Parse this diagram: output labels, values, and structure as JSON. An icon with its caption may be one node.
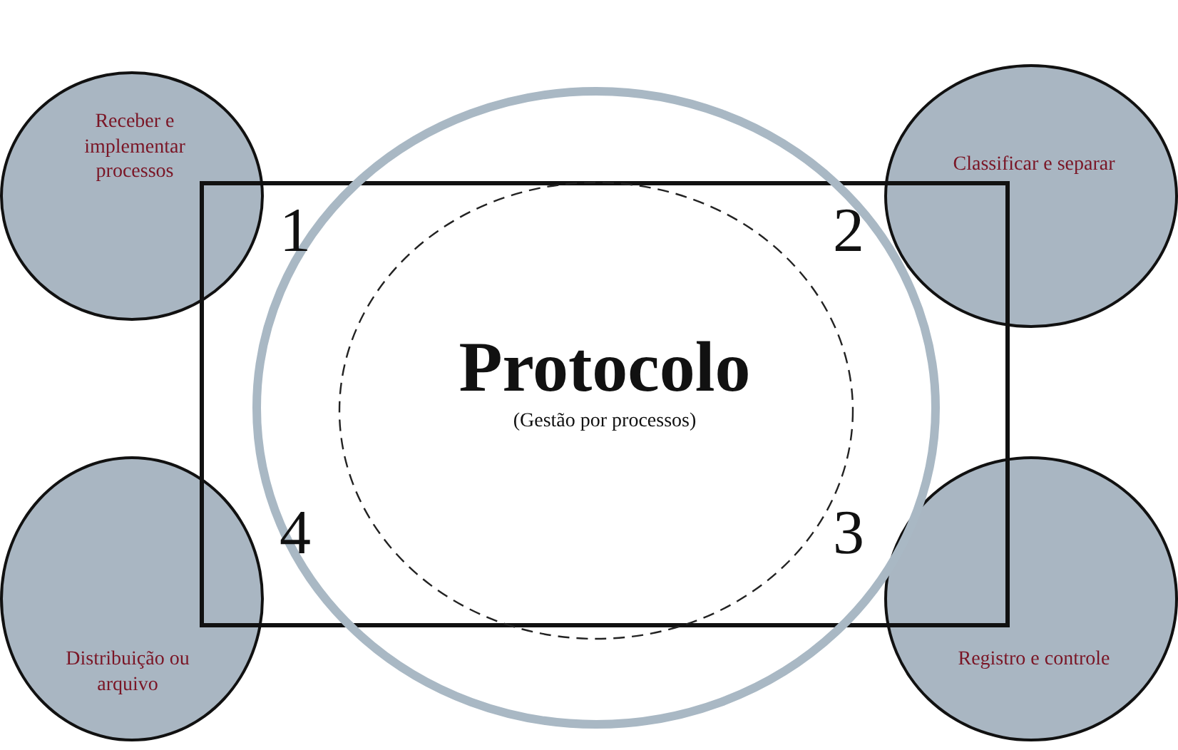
{
  "diagram": {
    "nodes": [
      {
        "text": [
          "Protocolo",
          "(Gestão por processos)"
        ]
      },
      {
        "text": [
          "Receber e implementar processos"
        ]
      },
      {
        "text": [
          "Classificar e separar"
        ]
      },
      {
        "text": [
          "Registro e controle"
        ]
      },
      {
        "text": [
          "Distribuição ou arquivo"
        ]
      }
    ],
    "labels": [
      "1",
      "2",
      "3",
      "4"
    ]
  }
}
